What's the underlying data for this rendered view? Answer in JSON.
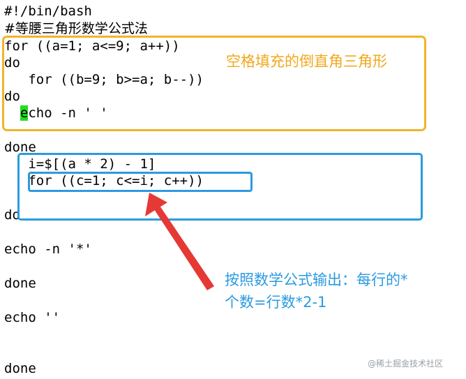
{
  "code_lines": [
    "#!/bin/bash",
    "#等腰三角形数学公式法",
    "for ((a=1; a<=9; a++))",
    "do",
    "   for ((b=9; b>=a; b--))",
    "do",
    "  echo -n ' '",
    "done",
    "   i=$[(a * 2) - 1]",
    "   for ((c=1; c<=i; c++))",
    "do",
    "echo -n '*'",
    "done",
    "echo ''",
    "done"
  ],
  "cursor_line": {
    "indent": "  ",
    "cursor_char": "e",
    "rest": "cho -n ' '"
  },
  "annotations": {
    "yellow_note": "空格填充的倒直角三角形",
    "blue_note_line1": "按照数学公式输出：每行的*",
    "blue_note_line2": "个数=行数*2-1"
  },
  "watermark": "@稀土掘金技术社区",
  "colors": {
    "yellow": "#f0b429",
    "blue": "#2c9ae0",
    "arrow": "#e53935",
    "cursor": "#22dd22"
  }
}
